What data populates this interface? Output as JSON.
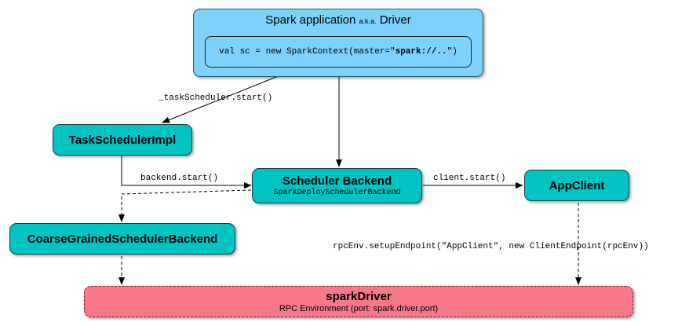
{
  "driver": {
    "title_main": "Spark application",
    "title_aka": "a.k.a.",
    "title_tail": "Driver",
    "code_prefix": "val sc = new SparkContext(master=\"",
    "code_bold": "spark://..",
    "code_suffix": "\")"
  },
  "nodes": {
    "task_scheduler_impl": "TaskSchedulerImpl",
    "scheduler_backend": "Scheduler Backend",
    "scheduler_backend_sub": "SparkDeploySchedulerBackend",
    "app_client": "AppClient",
    "coarse_grained": "CoarseGrainedSchedulerBackend",
    "spark_driver": "sparkDriver",
    "spark_driver_sub": "RPC Environment (port: spark.driver.port)"
  },
  "edges": {
    "task_scheduler_start": "_taskScheduler.start()",
    "backend_start": "backend.start()",
    "client_start": "client.start()",
    "setup_endpoint": "rpcEnv.setupEndpoint(\"AppClient\", new ClientEndpoint(rpcEnv))"
  },
  "colors": {
    "driver_fill": "#7dd1fa",
    "node_fill": "#00c3c3",
    "rpc_fill": "#f8788a"
  }
}
